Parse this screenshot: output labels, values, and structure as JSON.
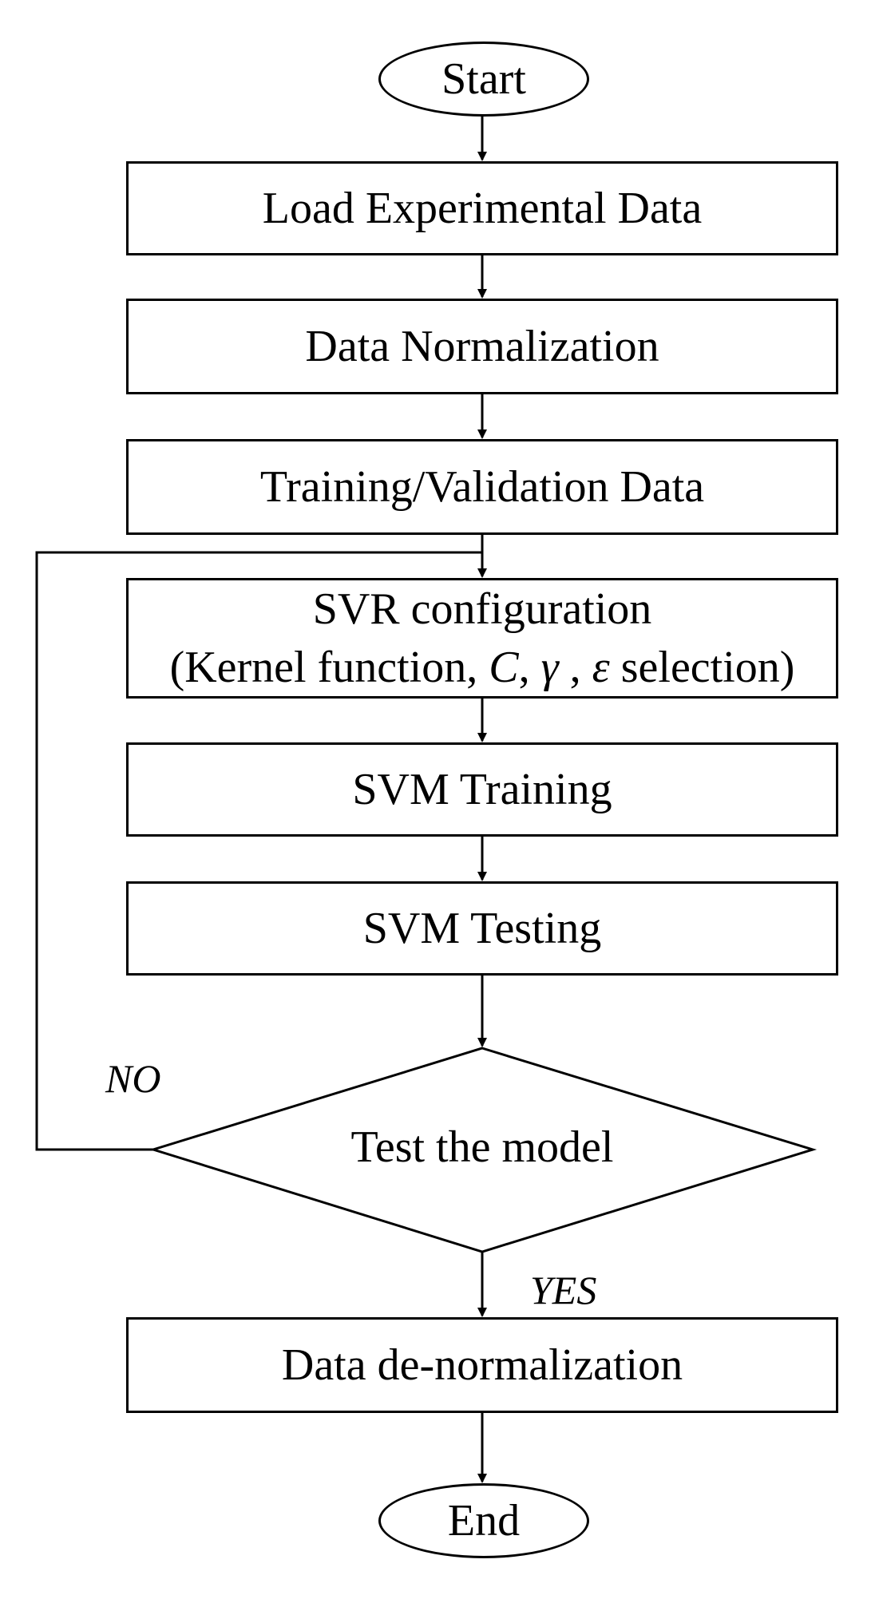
{
  "nodes": {
    "start": "Start",
    "load": "Load Experimental Data",
    "normalize": "Data Normalization",
    "split": "Training/Validation Data",
    "svr_line1": "SVR configuration",
    "svr_line2_pre": "(Kernel function, ",
    "svr_c": "C",
    "svr_sep1": ", ",
    "svr_gamma": "γ",
    "svr_sep2": " , ",
    "svr_eps": "ε",
    "svr_post": " selection)",
    "train": "SVM Training",
    "test": "SVM Testing",
    "decision": "Test the model",
    "denorm": "Data de-normalization",
    "end": "End"
  },
  "labels": {
    "no": "NO",
    "yes": "YES"
  }
}
